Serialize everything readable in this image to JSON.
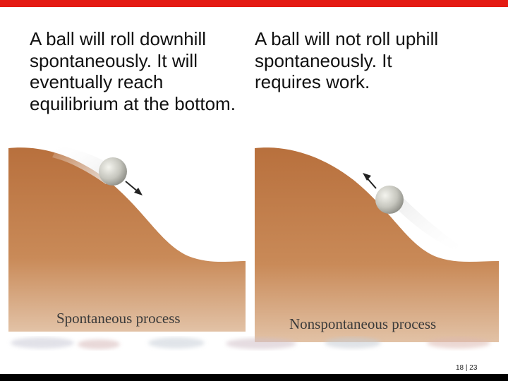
{
  "captions": {
    "left": "A ball will roll downhill\nspontaneously. It will\neventually reach\nequilibrium at the bottom.",
    "right": "A ball will not roll uphill\nspontaneously. It\nrequires work."
  },
  "figures": {
    "left_label": "Spontaneous process",
    "right_label": "Nonspontaneous process"
  },
  "slide": {
    "page_number": "18 | 23"
  },
  "colors": {
    "accent_bar": "#e41b13",
    "footer_bar": "#000000",
    "hill_fill": "#c07a46",
    "ball": "#c6c6be"
  }
}
